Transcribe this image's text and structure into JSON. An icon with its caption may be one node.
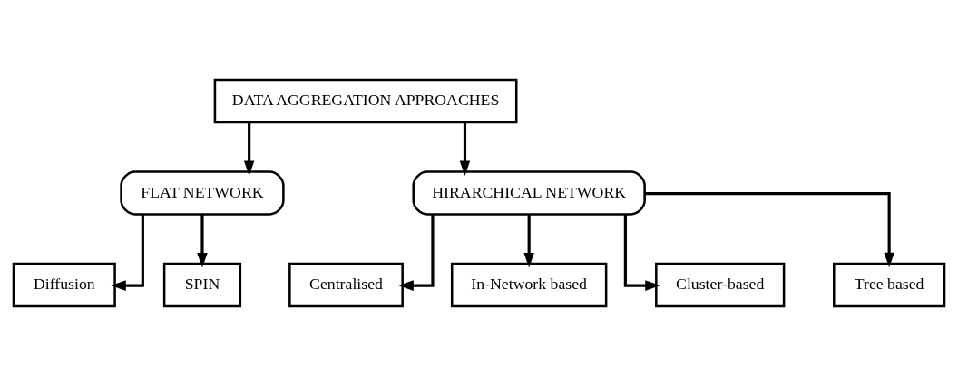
{
  "diagram": {
    "nodes": [
      {
        "text": [
          "DATA AGGREGATION APPROACHES"
        ]
      },
      {
        "text": [
          "FLAT NETWORK"
        ]
      },
      {
        "text": [
          "HIRARCHICAL NETWORK"
        ]
      },
      {
        "text": [
          "Diffusion"
        ]
      },
      {
        "text": [
          "SPIN"
        ]
      },
      {
        "text": [
          "Centralised"
        ]
      },
      {
        "text": [
          "In-Network based"
        ]
      },
      {
        "text": [
          "Cluster-based"
        ]
      },
      {
        "text": [
          "Tree based"
        ]
      }
    ],
    "edges": [
      {
        "from": 0,
        "to": 1,
        "arrow": "to"
      },
      {
        "from": 0,
        "to": 2,
        "arrow": "to"
      },
      {
        "from": 1,
        "to": 3,
        "arrow": "to"
      },
      {
        "from": 1,
        "to": 4,
        "arrow": "to"
      },
      {
        "from": 2,
        "to": 5,
        "arrow": "to"
      },
      {
        "from": 2,
        "to": 6,
        "arrow": "to"
      },
      {
        "from": 2,
        "to": 7,
        "arrow": "to"
      },
      {
        "from": 2,
        "to": 8,
        "arrow": "to"
      }
    ]
  }
}
